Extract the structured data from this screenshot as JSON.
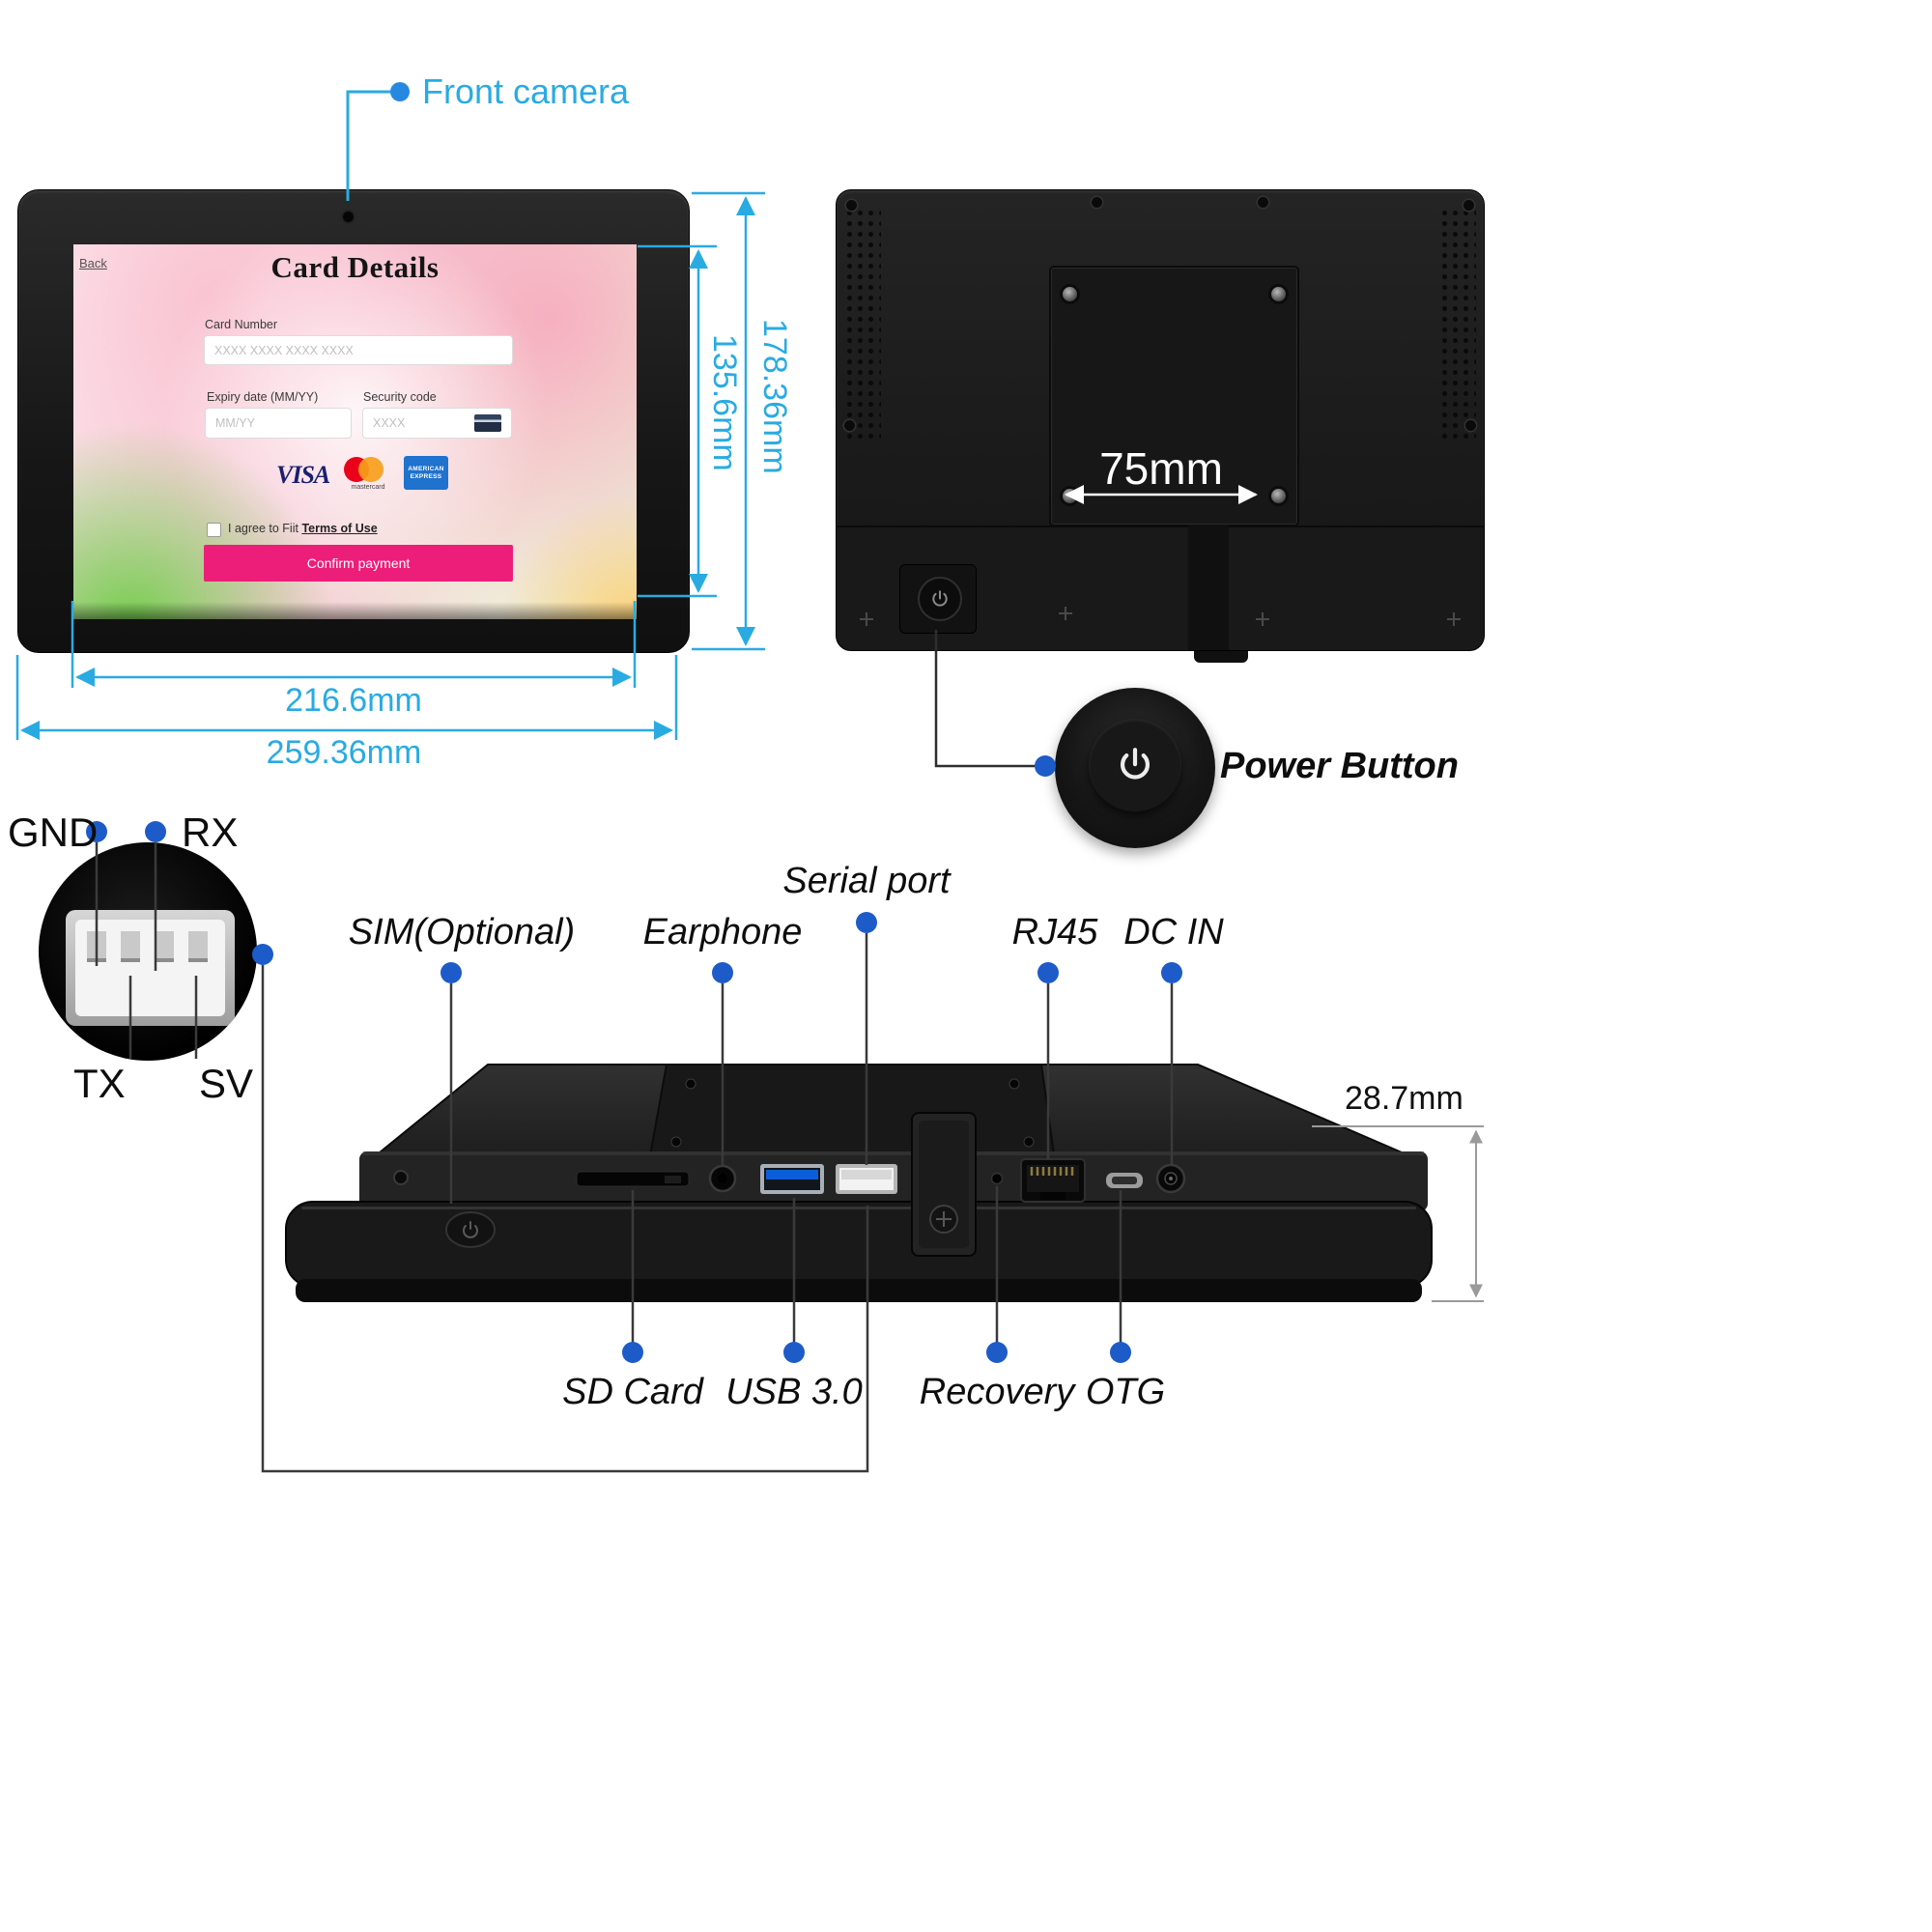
{
  "front": {
    "camera_label": "Front camera",
    "screen": {
      "back_link": "Back",
      "title": "Card Details",
      "card_number_label": "Card Number",
      "card_number_placeholder": "XXXX XXXX XXXX XXXX",
      "expiry_label": "Expiry date (MM/YY)",
      "expiry_placeholder": "MM/YY",
      "security_label": "Security code",
      "security_placeholder": "XXXX",
      "brand_visa": "VISA",
      "brand_mastercard": "mastercard",
      "brand_amex": "AMERICAN EXPRESS",
      "agree_prefix": "I agree to Fiit ",
      "terms_link": "Terms of Use",
      "confirm_button": "Confirm payment"
    },
    "dims": {
      "screen_height": "135.6mm",
      "device_height": "178.36mm",
      "screen_width": "216.6mm",
      "device_width": "259.36mm"
    }
  },
  "back": {
    "vesa_width": "75mm",
    "power_button_label": "Power Button"
  },
  "pinout": {
    "gnd": "GND",
    "rx": "RX",
    "tx": "TX",
    "sv": "SV"
  },
  "bottom": {
    "sim": "SIM(Optional)",
    "earphone": "Earphone",
    "serial": "Serial port",
    "rj45": "RJ45",
    "dc_in": "DC IN",
    "sd_card": "SD Card",
    "usb3": "USB 3.0",
    "recovery": "Recovery",
    "otg": "OTG",
    "thickness": "28.7mm"
  },
  "colors": {
    "dimension": "#29abe2",
    "dot": "#1d5bc9",
    "confirm_pink": "#ec1e79"
  }
}
